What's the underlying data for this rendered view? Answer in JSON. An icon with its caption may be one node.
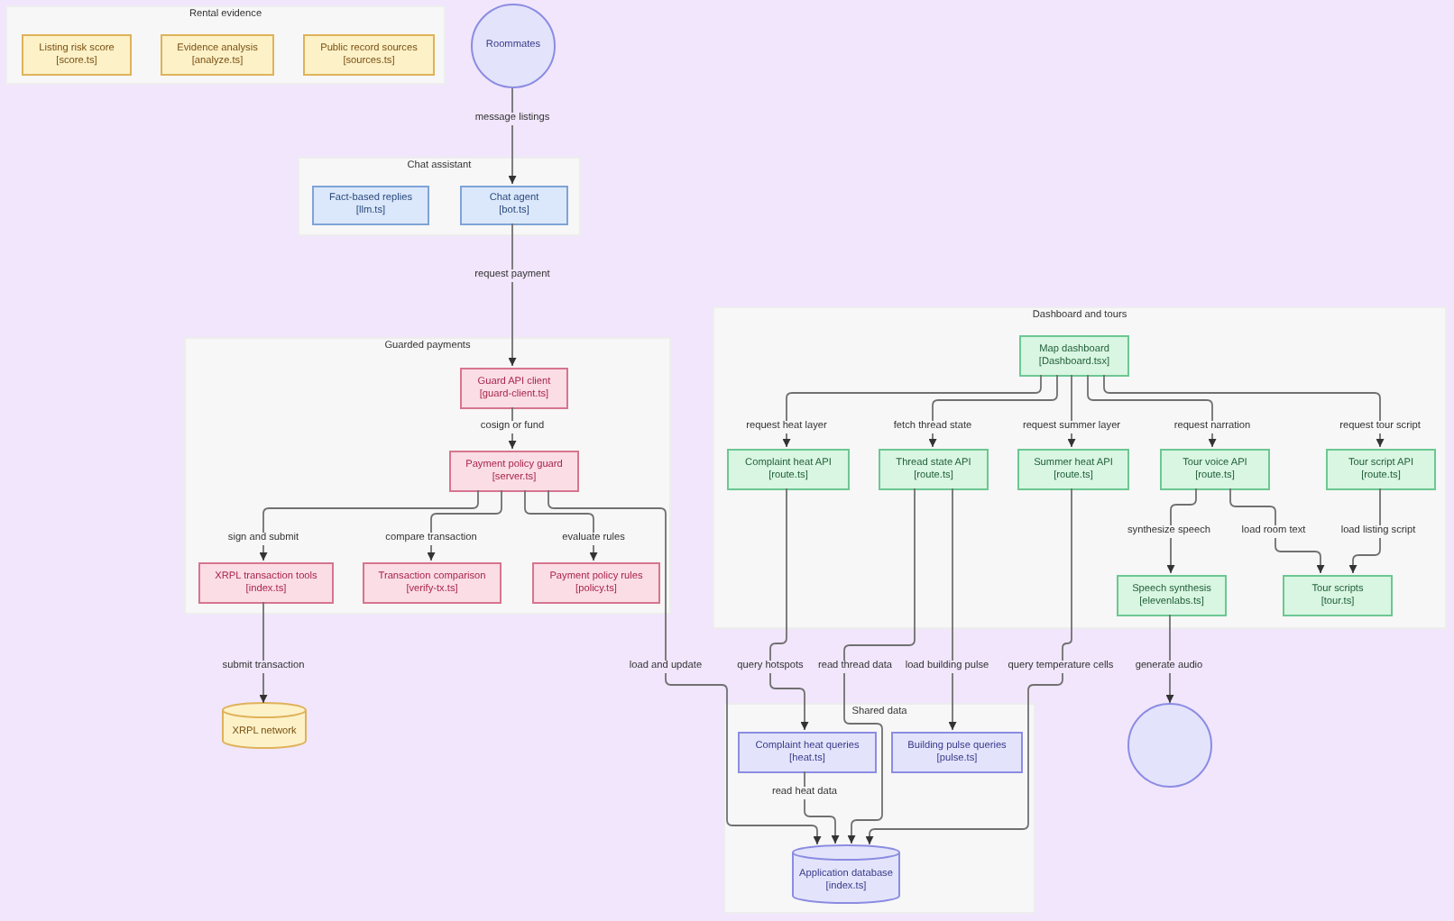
{
  "diagram": {
    "nodes": [
      {
        "text": [
          "Rental evidence"
        ]
      },
      {
        "text": [
          "Listing risk score",
          "[score.ts]"
        ],
        "in": 0
      },
      {
        "text": [
          "Evidence analysis",
          "[analyze.ts]"
        ],
        "in": 0
      },
      {
        "text": [
          "Public record sources",
          "[sources.ts]"
        ],
        "in": 0
      },
      {
        "text": [
          "Roommates"
        ]
      },
      {
        "text": [
          "Chat assistant"
        ]
      },
      {
        "text": [
          "Fact-based replies",
          "[llm.ts]"
        ],
        "in": 5
      },
      {
        "text": [
          "Chat agent",
          "[bot.ts]"
        ],
        "in": 5
      },
      {
        "text": [
          "Guarded payments"
        ]
      },
      {
        "text": [
          "Guard API client",
          "[guard-client.ts]"
        ],
        "in": 8
      },
      {
        "text": [
          "Payment policy guard",
          "[server.ts]"
        ],
        "in": 8
      },
      {
        "text": [
          "XRPL transaction tools",
          "[index.ts]"
        ],
        "in": 8
      },
      {
        "text": [
          "Transaction comparison",
          "[verify-tx.ts]"
        ],
        "in": 8
      },
      {
        "text": [
          "Payment policy rules",
          "[policy.ts]"
        ],
        "in": 8
      },
      {
        "text": [
          "XRPL network"
        ]
      },
      {
        "text": [
          "Dashboard and tours"
        ]
      },
      {
        "text": [
          "Map dashboard",
          "[Dashboard.tsx]"
        ],
        "in": 15
      },
      {
        "text": [
          "Complaint heat API",
          "[route.ts]"
        ],
        "in": 15
      },
      {
        "text": [
          "Thread state API",
          "[route.ts]"
        ],
        "in": 15
      },
      {
        "text": [
          "Summer heat API",
          "[route.ts]"
        ],
        "in": 15
      },
      {
        "text": [
          "Tour voice API",
          "[route.ts]"
        ],
        "in": 15
      },
      {
        "text": [
          "Tour script API",
          "[route.ts]"
        ],
        "in": 15
      },
      {
        "text": [
          "Speech synthesis",
          "[elevenlabs.ts]"
        ],
        "in": 15
      },
      {
        "text": [
          "Tour scripts",
          "[tour.ts]"
        ],
        "in": 15
      },
      {
        "text": [],
        "shape": "circle"
      },
      {
        "text": [
          "Shared data"
        ]
      },
      {
        "text": [
          "Complaint heat queries",
          "[heat.ts]"
        ],
        "in": 25
      },
      {
        "text": [
          "Building pulse queries",
          "[pulse.ts]"
        ],
        "in": 25
      },
      {
        "text": [
          "Application database",
          "[index.ts]"
        ],
        "in": 25
      }
    ],
    "edges": [
      {
        "from": 4,
        "to": 7,
        "arrow": "to",
        "label": "message listings"
      },
      {
        "from": 7,
        "to": 9,
        "arrow": "to",
        "label": "request payment"
      },
      {
        "from": 9,
        "to": 10,
        "arrow": "to",
        "label": "cosign or fund"
      },
      {
        "from": 10,
        "to": 11,
        "arrow": "to",
        "label": "sign and submit"
      },
      {
        "from": 10,
        "to": 12,
        "arrow": "to",
        "label": "compare transaction"
      },
      {
        "from": 10,
        "to": 13,
        "arrow": "to",
        "label": "evaluate rules"
      },
      {
        "from": 10,
        "to": 28,
        "arrow": "to",
        "label": "load and update"
      },
      {
        "from": 11,
        "to": 14,
        "arrow": "to",
        "label": "submit transaction"
      },
      {
        "from": 16,
        "to": 17,
        "arrow": "to",
        "label": "request heat layer"
      },
      {
        "from": 16,
        "to": 18,
        "arrow": "to",
        "label": "fetch thread state"
      },
      {
        "from": 16,
        "to": 19,
        "arrow": "to",
        "label": "request summer layer"
      },
      {
        "from": 16,
        "to": 20,
        "arrow": "to",
        "label": "request narration"
      },
      {
        "from": 16,
        "to": 21,
        "arrow": "to",
        "label": "request tour script"
      },
      {
        "from": 17,
        "to": 26,
        "arrow": "to",
        "label": "query hotspots"
      },
      {
        "from": 18,
        "to": 28,
        "arrow": "to",
        "label": "read thread data"
      },
      {
        "from": 18,
        "to": 27,
        "arrow": "to",
        "label": "load building pulse"
      },
      {
        "from": 19,
        "to": 28,
        "arrow": "to",
        "label": "query temperature cells"
      },
      {
        "from": 20,
        "to": 22,
        "arrow": "to",
        "label": "synthesize speech"
      },
      {
        "from": 20,
        "to": 23,
        "arrow": "to",
        "label": "load room text"
      },
      {
        "from": 21,
        "to": 23,
        "arrow": "to",
        "label": "load listing script"
      },
      {
        "from": 22,
        "to": 24,
        "arrow": "to",
        "label": "generate audio"
      },
      {
        "from": 26,
        "to": 28,
        "arrow": "to",
        "label": "read heat data"
      }
    ]
  }
}
